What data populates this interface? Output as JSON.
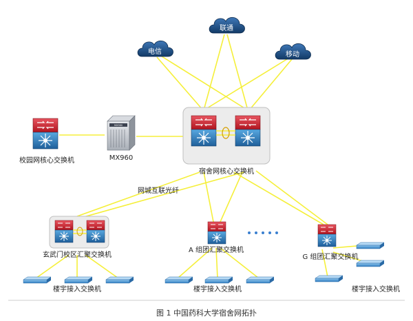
{
  "clouds": [
    {
      "id": "unicom",
      "label": "联通"
    },
    {
      "id": "telecom",
      "label": "电信"
    },
    {
      "id": "mobile",
      "label": "移动"
    }
  ],
  "nodes": {
    "campus_core": {
      "label": "校园网核心交换机"
    },
    "mx960": {
      "label": "MX960",
      "badge": "MX960"
    },
    "dorm_core": {
      "label": "宿舍网核心交换机"
    },
    "xuanwu_agg": {
      "label": "玄武门校区汇聚交换机"
    },
    "a_agg": {
      "label": "A 组团汇聚交换机"
    },
    "g_agg": {
      "label": "G 组团汇聚交换机"
    }
  },
  "links": {
    "metro_fiber_label": "网城互联光纤"
  },
  "access_labels": [
    "楼宇接入交换机",
    "楼宇接入交换机",
    "楼宇接入交换机"
  ],
  "caption": "图 1  中国药科大学宿舍网拓扑",
  "colors": {
    "link": "#f5ef3a",
    "cloud": "#1f4f86",
    "switch_red": "#d22a35",
    "switch_blue": "#2a7fc0",
    "access": "#4a9ad6",
    "dots": "#3a7fd0",
    "frame": "#bfbfbf"
  }
}
